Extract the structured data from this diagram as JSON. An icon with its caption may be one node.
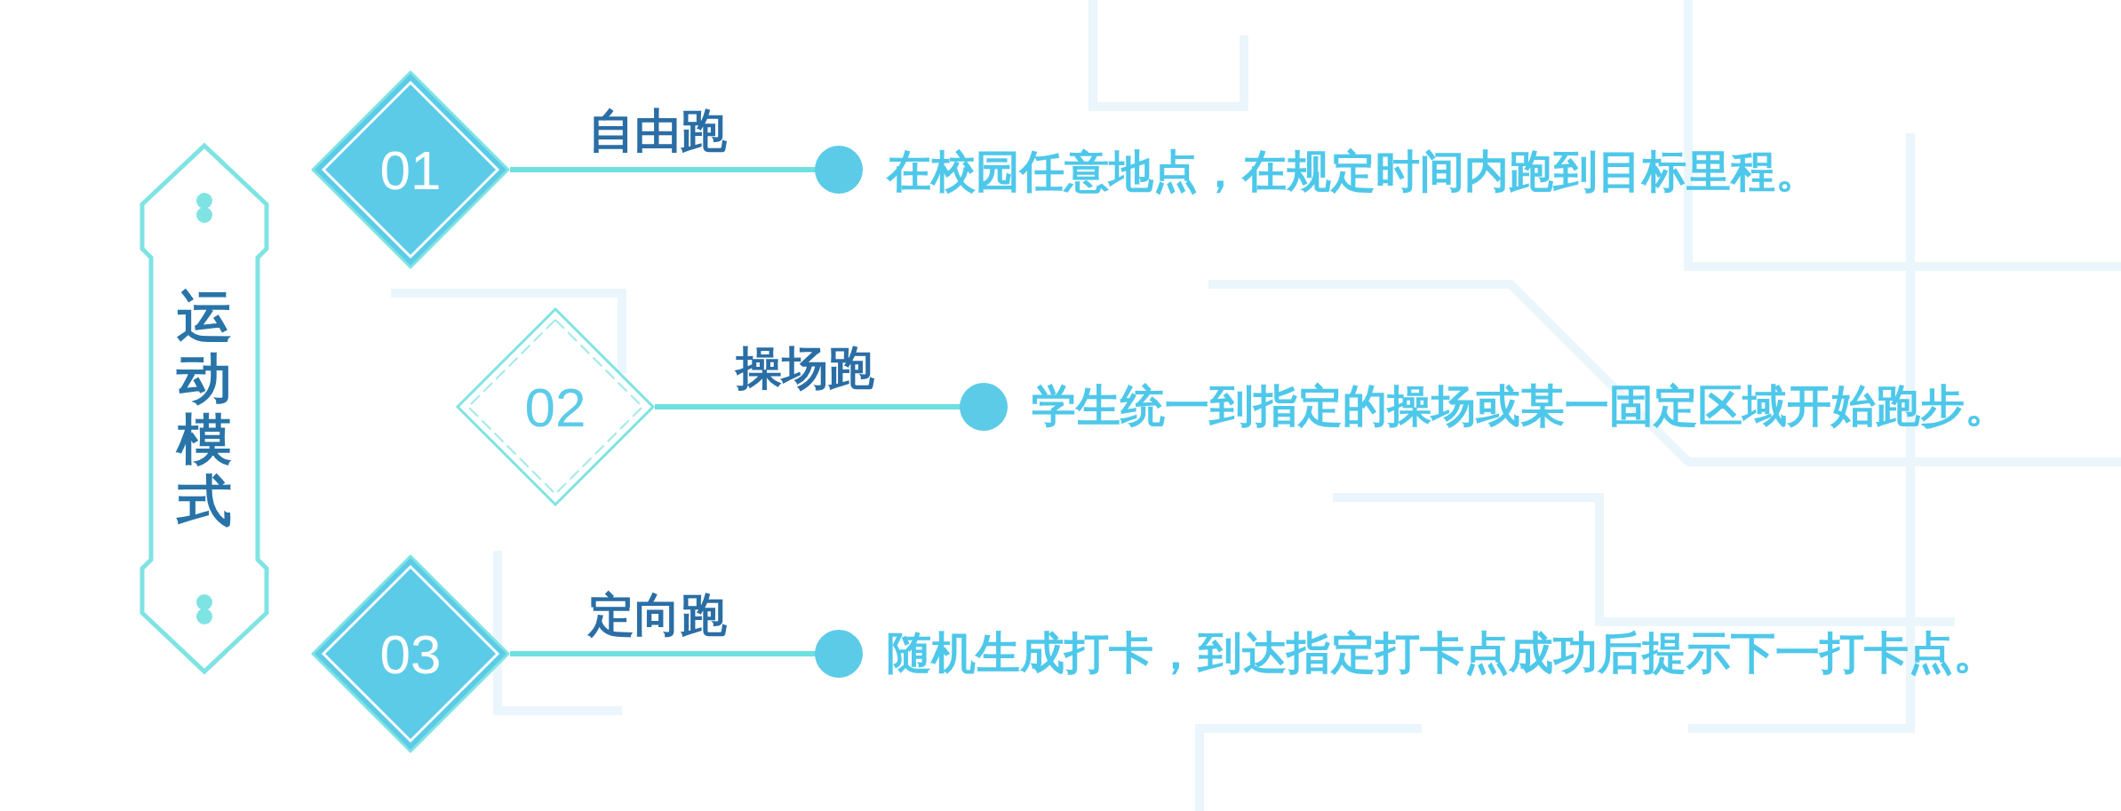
{
  "diagram": {
    "nodes": [
      {
        "text": [
          "运动模式"
        ]
      },
      {
        "text": [
          "01"
        ]
      },
      {
        "text": [
          "02"
        ]
      },
      {
        "text": [
          "03"
        ]
      },
      {
        "text": [
          "在校园任意地点，在规定时间内跑到目标里程。"
        ]
      },
      {
        "text": [
          "学生统一到指定的操场或某一固定区域开始跑步。"
        ]
      },
      {
        "text": [
          "随机生成打卡，到达指定打卡点成功后提示下一打卡点。"
        ]
      }
    ],
    "edges": [
      {
        "from": 1,
        "to": 4,
        "arrow": "other",
        "label": "自由跑"
      },
      {
        "from": 2,
        "to": 5,
        "arrow": "other",
        "label": "操场跑"
      },
      {
        "from": 3,
        "to": 6,
        "arrow": "other",
        "label": "定向跑"
      }
    ]
  }
}
